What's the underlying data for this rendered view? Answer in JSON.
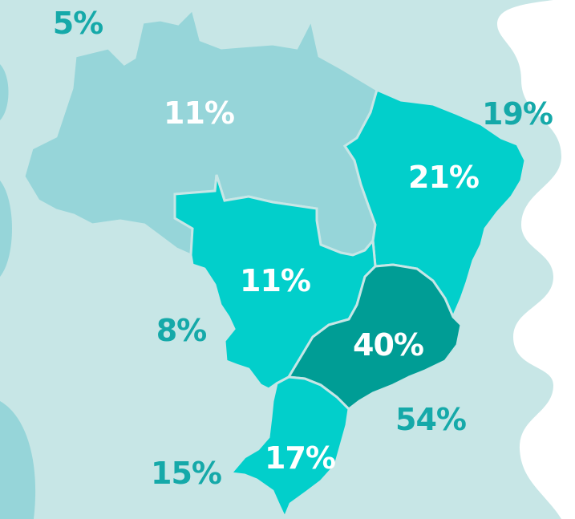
{
  "colors": {
    "background": "#c7e6e6",
    "outside_label": "#15a9a9",
    "north": "#96d5d9",
    "northeast": "#02cfcb",
    "center_west": "#02cfcb",
    "southeast": "#009d95",
    "south": "#02cfcb",
    "border": "#c7e6e6",
    "white_shape": "#ffffff",
    "left_circle": "#96d5d9"
  },
  "regions": {
    "north": {
      "inner": "11%",
      "outer": "5%"
    },
    "northeast": {
      "inner": "21%",
      "outer": "19%"
    },
    "center_west": {
      "inner": "11%",
      "outer": "8%"
    },
    "southeast": {
      "inner": "40%",
      "outer": "54%"
    },
    "south": {
      "inner": "17%",
      "outer": "15%"
    }
  }
}
